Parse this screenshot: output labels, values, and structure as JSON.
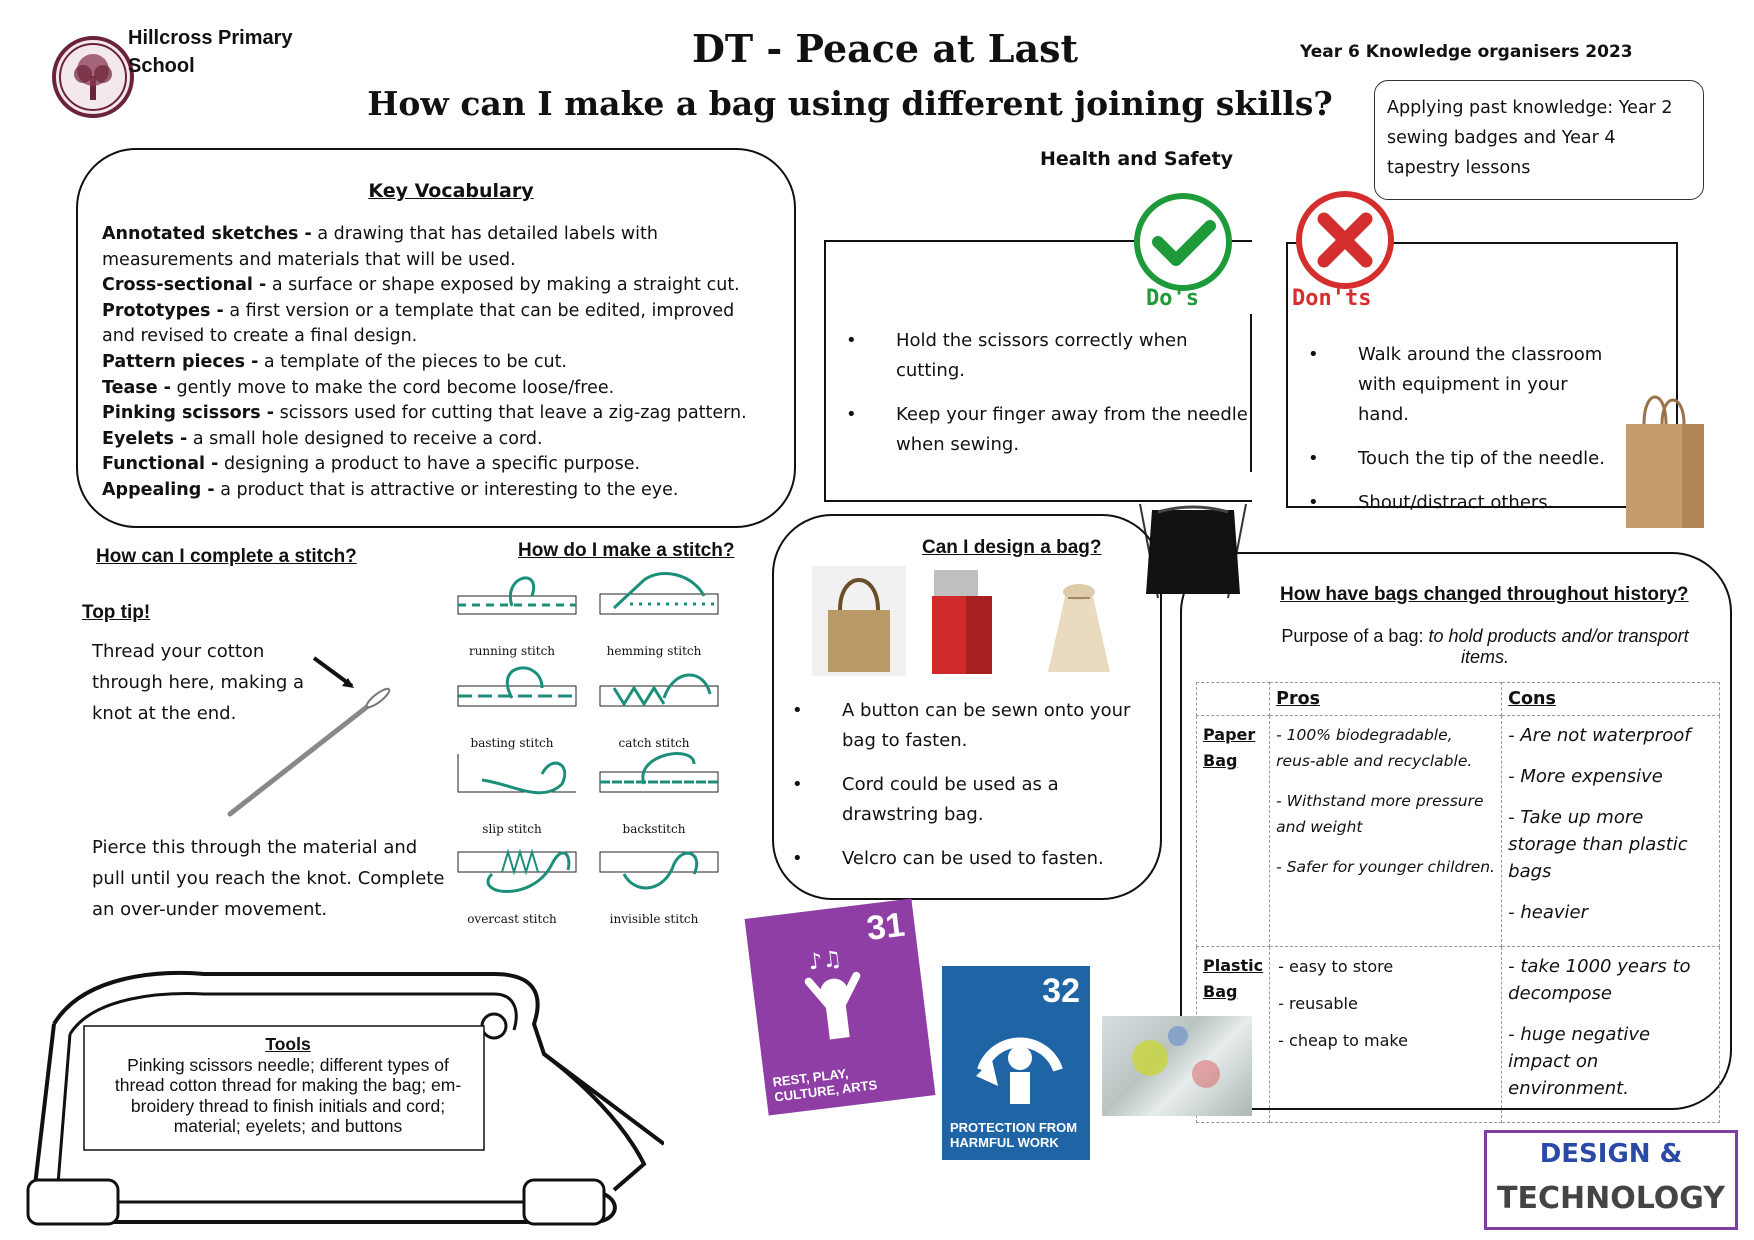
{
  "header": {
    "school_name": "Hillcross Primary School",
    "title": "DT - Peace at Last",
    "subtitle": "How can I make a bag using different joining skills?",
    "year_label": "Year 6 Knowledge organisers 2023"
  },
  "prior_knowledge": "Applying past knowledge: Year 2 sewing badges and Year 4 tapestry lessons",
  "vocabulary": {
    "heading": "Key Vocabulary",
    "items": [
      {
        "term": "Annotated sketches -",
        "definition": " a drawing that has detailed labels with measurements and materials that will be used."
      },
      {
        "term": "Cross-sectional -",
        "definition": "  a surface or shape exposed by making a straight cut."
      },
      {
        "term": "Prototypes -",
        "definition": " a first version or a template that can be edited, improved and revised to create a final design."
      },
      {
        "term": "Pattern pieces -",
        "definition": " a template of the pieces to be cut."
      },
      {
        "term": "Tease -",
        "definition": "  gently move to make the cord become loose/free."
      },
      {
        "term": "Pinking scissors -",
        "definition": " scissors used for cutting that leave a zig-zag pattern."
      },
      {
        "term": "Eyelets -",
        "definition": "  a small hole designed to receive a cord."
      },
      {
        "term": "Functional -",
        "definition": "  designing a product to have a specific purpose."
      },
      {
        "term": "Appealing -",
        "definition": " a product that is attractive or interesting to the eye."
      }
    ]
  },
  "health_safety": {
    "heading": "Health and Safety",
    "dos_label": "Do's",
    "donts_label": "Don'ts",
    "dos": [
      "Hold the scissors correctly when cutting.",
      "Keep your finger away from the needle when sewing."
    ],
    "donts": [
      "Walk around the classroom with equipment in your hand.",
      "Touch the tip of the needle.",
      "Shout/distract others."
    ],
    "colors": {
      "dos": "#1f9a3a",
      "donts": "#d42e2e"
    }
  },
  "stitch": {
    "complete_heading": "How can I complete a stitch?",
    "make_heading": "How do I make a stitch?",
    "top_tip_heading": "Top tip!",
    "tip_1": "Thread your cotton through here, making a knot at the end.",
    "tip_2": "Pierce this through the material and pull until you reach the knot. Complete an over-under movement.",
    "types": [
      "running stitch",
      "hemming stitch",
      "basting stitch",
      "catch stitch",
      "slip stitch",
      "backstitch",
      "overcast stitch",
      "invisible stitch"
    ]
  },
  "design": {
    "heading": "Can I design a bag?",
    "points": [
      "A button can be sewn onto your bag to fasten.",
      "Cord could be used as a drawstring bag.",
      "Velcro can be used to fasten."
    ]
  },
  "history": {
    "heading": "How have bags changed throughout history?",
    "purpose_label": "Purpose of a bag: ",
    "purpose_text": "to hold products and/or transport items.",
    "col_pros": "Pros",
    "col_cons": "Cons",
    "rows": [
      {
        "label": "Paper Bag",
        "pros": [
          "- 100% biodegradable, reus-able and recyclable.",
          "- Withstand more pressure and weight",
          "- Safer for younger children."
        ],
        "cons": [
          "- Are not waterproof",
          "- More expensive",
          "- Take up more storage than plastic bags",
          "- heavier"
        ]
      },
      {
        "label": "Plastic Bag",
        "pros": [
          "-  easy to store",
          "- reusable",
          "- cheap to make"
        ],
        "cons": [
          "- take 1000 years to decompose",
          "- huge negative impact on environment."
        ]
      }
    ]
  },
  "tools": {
    "heading": "Tools",
    "text": "Pinking scissors needle; different types of thread cotton thread for making the bag; em-broidery thread to finish initials and cord; material; eyelets; and buttons"
  },
  "badges": [
    {
      "number": "31",
      "text": "REST, PLAY, CULTURE, ARTS",
      "color": "#8e3ea5"
    },
    {
      "number": "32",
      "text": "PROTECTION FROM HARMFUL WORK",
      "color": "#1f65a6"
    }
  ],
  "dt_logo": {
    "line1": "DESIGN &",
    "line2": "TECHNOLOGY"
  }
}
